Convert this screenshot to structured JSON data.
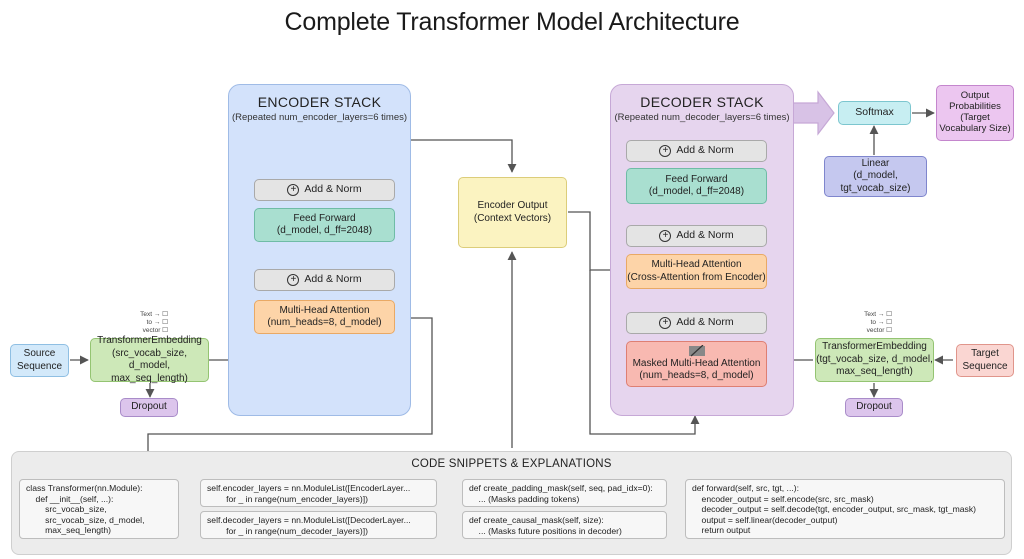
{
  "title": "Complete Transformer Model Architecture",
  "encoder": {
    "title": "ENCODER STACK",
    "subtitle": "(Repeated num_encoder_layers=6 times)",
    "add_norm_top": "Add & Norm",
    "feed_forward": {
      "name": "Feed Forward",
      "params": "(d_model, d_ff=2048)"
    },
    "add_norm_bottom": "Add & Norm",
    "attention": {
      "name": "Multi-Head Attention",
      "params": "(num_heads=8, d_model)"
    }
  },
  "decoder": {
    "title": "DECODER STACK",
    "subtitle": "(Repeated num_decoder_layers=6 times)",
    "add_norm_1": "Add & Norm",
    "feed_forward": {
      "name": "Feed Forward",
      "params": "(d_model, d_ff=2048)"
    },
    "add_norm_2": "Add & Norm",
    "cross_attention": {
      "name": "Multi-Head Attention",
      "params": "(Cross-Attention from Encoder)"
    },
    "add_norm_3": "Add & Norm",
    "masked_attention": {
      "name": "Masked Multi-Head Attention",
      "params": "(num_heads=8, d_model)"
    }
  },
  "encoder_output": {
    "name": "Encoder Output",
    "params": "(Context Vectors)"
  },
  "source": {
    "line1": "Source",
    "line2": "Sequence"
  },
  "target": {
    "line1": "Target",
    "line2": "Sequence"
  },
  "src_embedding": {
    "name": "TransformerEmbedding",
    "params1": "(src_vocab_size, d_model,",
    "params2": "max_seq_length)"
  },
  "tgt_embedding": {
    "name": "TransformerEmbedding",
    "params1": "(tgt_vocab_size, d_model,",
    "params2": "max_seq_length)"
  },
  "dropout_left": "Dropout",
  "dropout_right": "Dropout",
  "legend_left": {
    "l1": "Text",
    "l2": "to",
    "l3": "vector"
  },
  "legend_right": {
    "l1": "Text",
    "l2": "to",
    "l3": "vector"
  },
  "softmax": "Softmax",
  "output": {
    "l1": "Output",
    "l2": "Probabilities",
    "l3": "(Target",
    "l4": "Vocabulary Size)"
  },
  "linear": {
    "l1": "Linear",
    "l2": "(d_model,",
    "l3": "tgt_vocab_size)"
  },
  "code": {
    "title": "CODE SNIPPETS & EXPLANATIONS",
    "snippet_class": "class Transformer(nn.Module):\n    def __init__(self, ...):\n        src_vocab_size,\n        src_vocab_size, d_model,\n        max_seq_length)",
    "snippet_encoder_layers": "self.encoder_layers = nn.ModuleList([EncoderLayer...\n        for _ in range(num_encoder_layers)])",
    "snippet_decoder_layers": "self.decoder_layers = nn.ModuleList([DecoderLayer...\n        for _ in range(num_decoder_layers)])",
    "snippet_padding_mask": "def create_padding_mask(self, seq, pad_idx=0):\n    ... (Masks padding tokens)",
    "snippet_causal_mask": "def create_causal_mask(self, size):\n    ... (Masks future positions in decoder)",
    "snippet_forward": "def forward(self, src, tgt, ...):\n    encoder_output = self.encode(src, src_mask)\n    decoder_output = self.decode(tgt, encoder_output, src_mask, tgt_mask)\n    output = self.linear(decoder_output)\n    return output"
  },
  "colors": {
    "encoder_bg": "#d3e2fb",
    "decoder_bg": "#e6d5ee",
    "feed_forward": "#a9dfd0",
    "attention": "#fdd4a8",
    "masked_attention": "#f8b9b1",
    "encoder_output": "#fbf3c1",
    "embedding": "#cde8b8",
    "dropout": "#dcc5ec",
    "arrow": "#555555"
  }
}
